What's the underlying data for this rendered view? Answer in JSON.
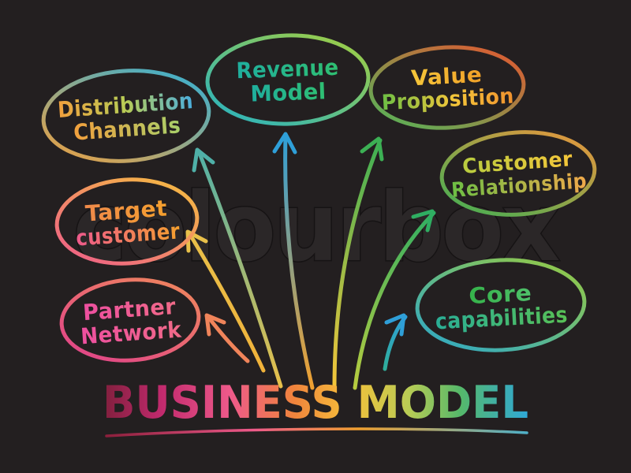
{
  "watermark": {
    "text": "colourbox"
  },
  "title": {
    "text": "BUSINESS MODEL"
  },
  "nodes": [
    {
      "id": "distribution-channels",
      "line1": "Distribution",
      "line2": "Channels"
    },
    {
      "id": "revenue-model",
      "line1": "Revenue",
      "line2": "Model"
    },
    {
      "id": "value-proposition",
      "line1": "Value",
      "line2": "Proposition"
    },
    {
      "id": "customer-relationship",
      "line1": "Customer",
      "line2": "Relationship"
    },
    {
      "id": "target-customer",
      "line1": "Target",
      "line2": "customer"
    },
    {
      "id": "partner-network",
      "line1": "Partner",
      "line2": "Network"
    },
    {
      "id": "core-capabilities",
      "line1": "Core",
      "line2": "capabilities"
    }
  ],
  "palette": {
    "background": "#231f20",
    "watermark_fill": "#2b2728",
    "watermark_outline": "#161314",
    "distribution_stroke": [
      "#f2a03d",
      "#2fb0d8"
    ],
    "revenue_stroke": [
      "#25b2c4",
      "#a6cf3d"
    ],
    "value_stroke": [
      "#4eb85a",
      "#e8542f"
    ],
    "customer_stroke": [
      "#3cb054",
      "#f0953c"
    ],
    "target_stroke": [
      "#ee5a8c",
      "#f5c03d"
    ],
    "partner_stroke": [
      "#e03f8c",
      "#f08a5a"
    ],
    "core_stroke": [
      "#2aa7cc",
      "#9ccb3d"
    ],
    "title_gradient": [
      "#801f3c",
      "#c22a6e",
      "#ee5a8a",
      "#f0843c",
      "#f5c03a",
      "#b8cc55",
      "#55b86a",
      "#2fa8d8"
    ],
    "arrow_warm": "#f0a030",
    "arrow_yellow": "#e8c04a",
    "arrow_teal": "#4fb0a8",
    "arrow_blue": "#2f9fd8",
    "arrow_green": "#3cb054",
    "arrow_salmon": "#f0845a"
  }
}
